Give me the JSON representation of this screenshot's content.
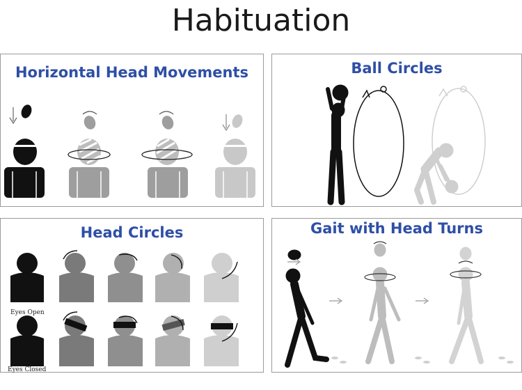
{
  "title": "Habituation",
  "panels": {
    "horizontal": {
      "title": "Horizontal Head Movements"
    },
    "ball": {
      "title": "Ball Circles"
    },
    "head_circles": {
      "title": "Head Circles",
      "caption_open": "Eyes Open",
      "caption_closed": "Eyes Closed"
    },
    "gait": {
      "title": "Gait with Head Turns"
    }
  },
  "colors": {
    "title_blue": "#2e4fa6",
    "black": "#111111",
    "dark_gray": "#7a7a7a",
    "mid_gray": "#9e9e9e",
    "light_gray": "#c8c8c8"
  }
}
